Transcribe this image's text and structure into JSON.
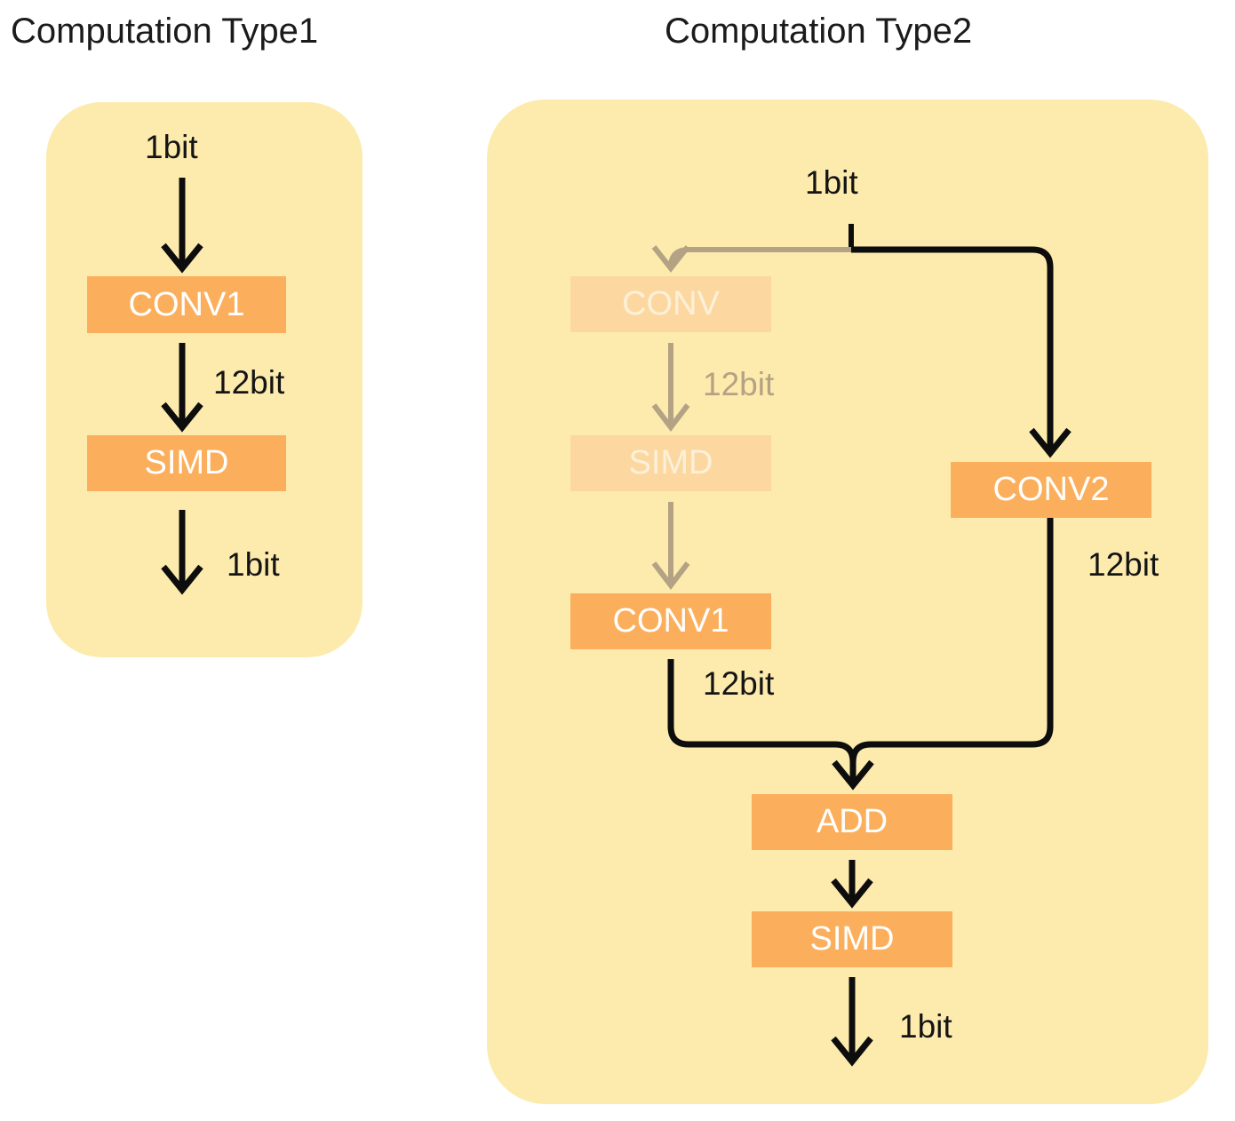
{
  "titles": {
    "left": "Computation Type1",
    "right": "Computation Type2"
  },
  "colors": {
    "panel_background": "#fdebad",
    "box_strong": "#fbaf5c",
    "box_faded": "#fcd8a0",
    "arrow_black": "#0d0d0d",
    "arrow_faded": "#b3a284",
    "box_text": "#ffffff",
    "box_text_faded": "#fdf0d8",
    "label_text": "#141414",
    "label_text_faded": "#b3a284",
    "page_background": "#ffffff"
  },
  "type1": {
    "input_label": "1bit",
    "blocks": [
      {
        "id": "conv1",
        "label": "CONV1",
        "state": "active"
      },
      {
        "id": "simd",
        "label": "SIMD",
        "state": "active"
      }
    ],
    "edges": [
      {
        "from": "input",
        "to": "conv1",
        "label": "",
        "state": "active"
      },
      {
        "from": "conv1",
        "to": "simd",
        "label": "12bit",
        "state": "active"
      },
      {
        "from": "simd",
        "to": "output",
        "label": "1bit",
        "state": "active"
      }
    ]
  },
  "type2": {
    "input_label": "1bit",
    "blocks": [
      {
        "id": "conv",
        "label": "CONV",
        "state": "faded"
      },
      {
        "id": "simd_faded",
        "label": "SIMD",
        "state": "faded"
      },
      {
        "id": "conv1",
        "label": "CONV1",
        "state": "active"
      },
      {
        "id": "conv2",
        "label": "CONV2",
        "state": "active"
      },
      {
        "id": "add",
        "label": "ADD",
        "state": "active"
      },
      {
        "id": "simd",
        "label": "SIMD",
        "state": "active"
      }
    ],
    "edges": [
      {
        "from": "input",
        "to": "conv",
        "label": "",
        "state": "faded"
      },
      {
        "from": "conv",
        "to": "simd_faded",
        "label": "12bit",
        "state": "faded"
      },
      {
        "from": "simd_faded",
        "to": "conv1",
        "label": "",
        "state": "faded"
      },
      {
        "from": "input",
        "to": "conv2",
        "label": "",
        "state": "active"
      },
      {
        "from": "conv1",
        "to": "add",
        "label": "12bit",
        "state": "active"
      },
      {
        "from": "conv2",
        "to": "add",
        "label": "12bit",
        "state": "active"
      },
      {
        "from": "add",
        "to": "simd",
        "label": "",
        "state": "active"
      },
      {
        "from": "simd",
        "to": "output",
        "label": "1bit",
        "state": "active"
      }
    ]
  },
  "labels": {
    "t1_in": "1bit",
    "t1_mid": "12bit",
    "t1_out": "1bit",
    "t2_in": "1bit",
    "t2_faded_mid": "12bit",
    "t2_conv1_out": "12bit",
    "t2_conv2_out": "12bit",
    "t2_out": "1bit"
  },
  "block_text": {
    "t1_conv1": "CONV1",
    "t1_simd": "SIMD",
    "t2_conv_faded": "CONV",
    "t2_simd_faded": "SIMD",
    "t2_conv1": "CONV1",
    "t2_conv2": "CONV2",
    "t2_add": "ADD",
    "t2_simd": "SIMD"
  }
}
